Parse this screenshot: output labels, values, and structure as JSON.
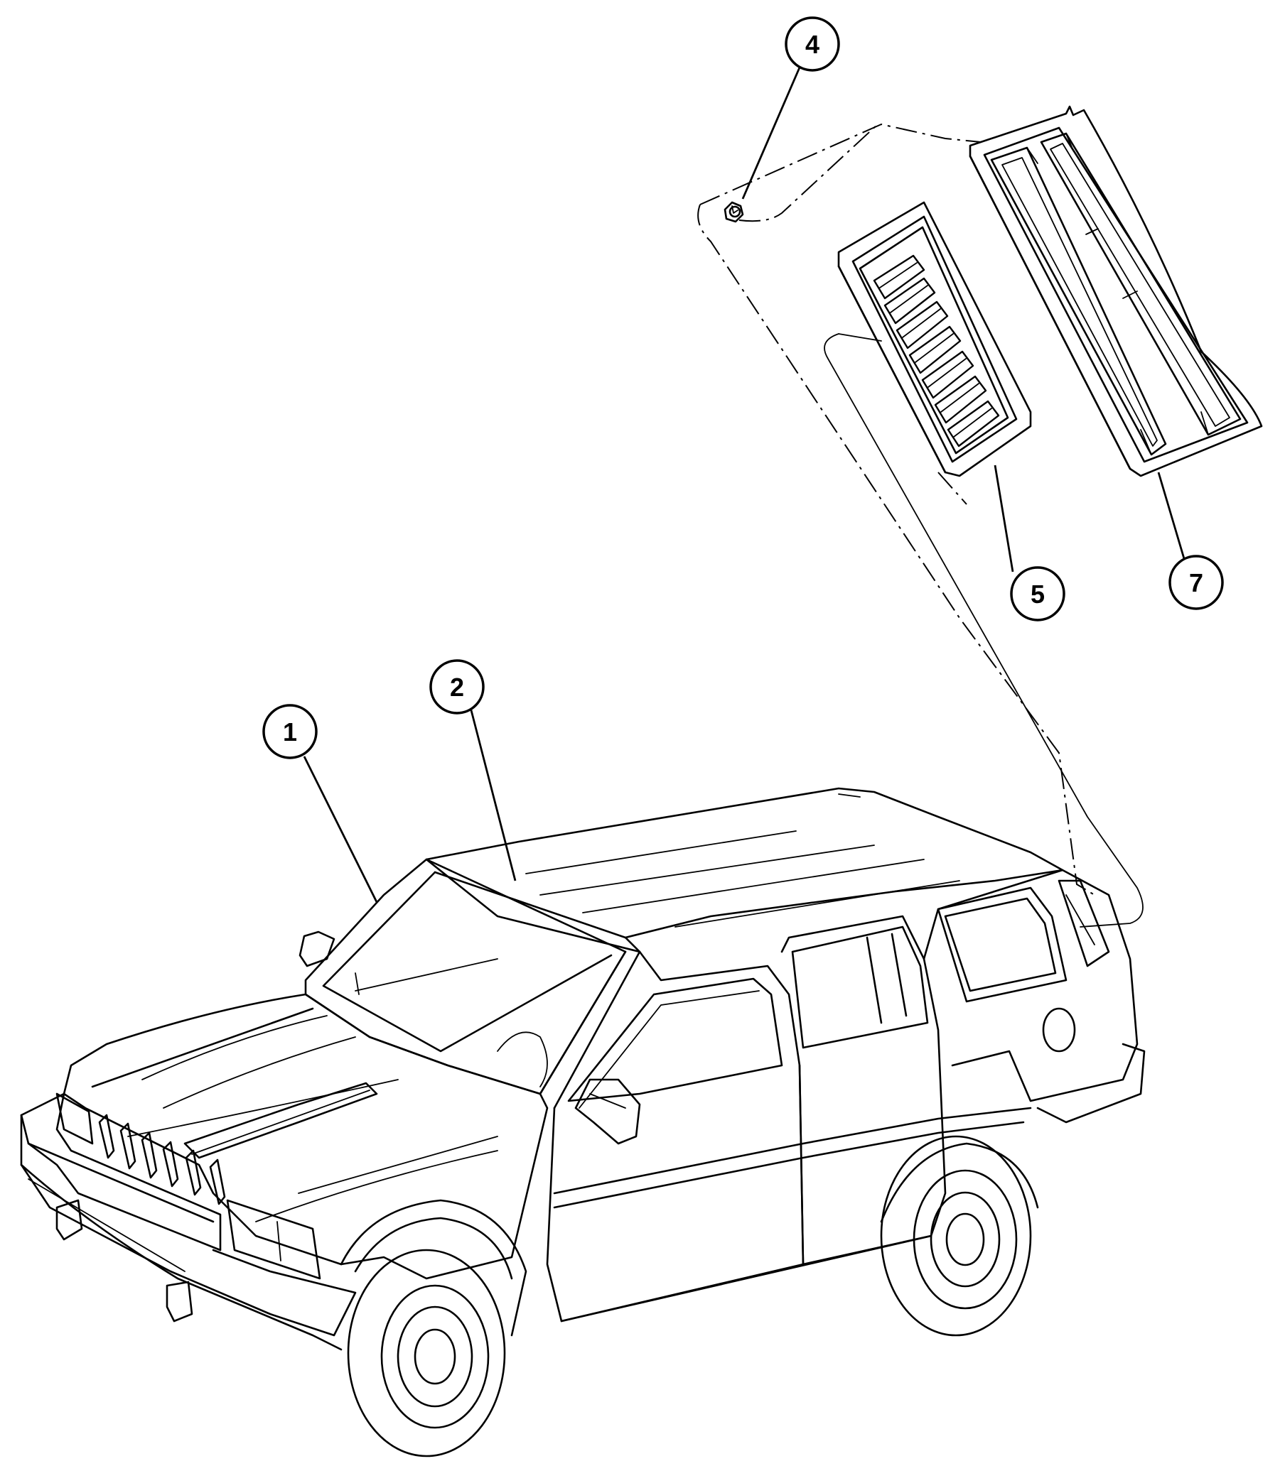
{
  "diagram": {
    "subject": "sport-utility-vehicle-exterior-trim",
    "callouts": [
      {
        "id": "callout-1",
        "label": "1",
        "points_to": "windshield-molding"
      },
      {
        "id": "callout-2",
        "label": "2",
        "points_to": "roof-molding"
      },
      {
        "id": "callout-4",
        "label": "4",
        "points_to": "retainer-clip"
      },
      {
        "id": "callout-5",
        "label": "5",
        "points_to": "vent-louver-inner"
      },
      {
        "id": "callout-7",
        "label": "7",
        "points_to": "vent-grille-outer"
      }
    ]
  }
}
